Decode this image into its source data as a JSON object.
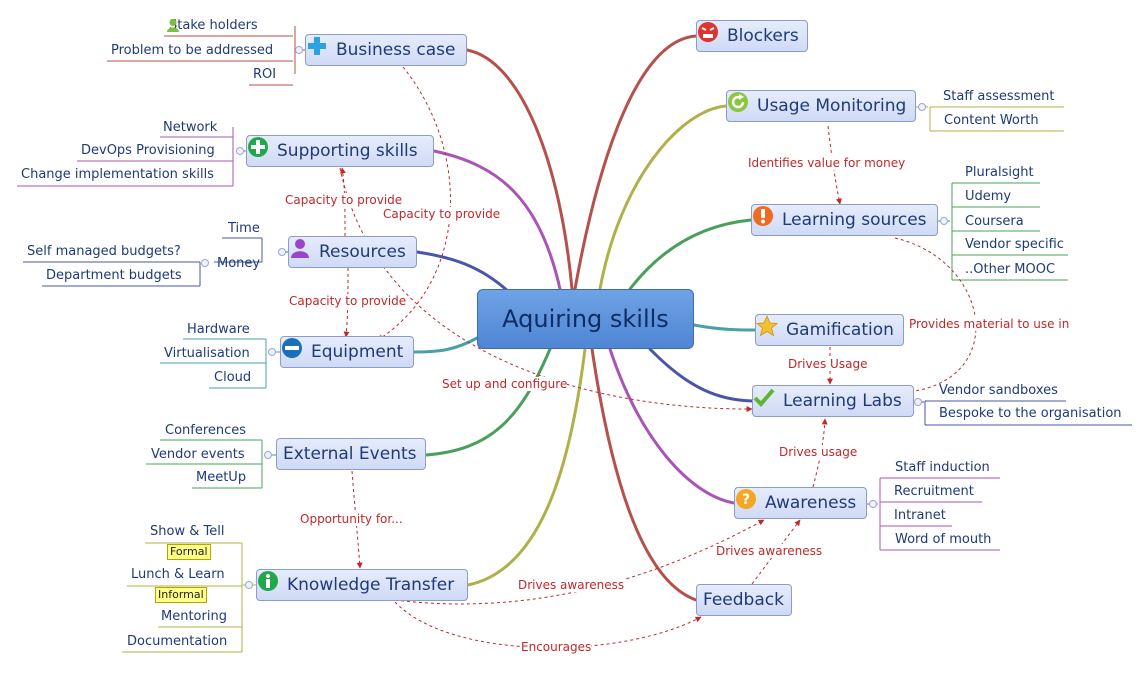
{
  "central": "Aquiring skills",
  "topics": {
    "business_case": "Business case",
    "supporting_skills": "Supporting skills",
    "resources": "Resources",
    "equipment": "Equipment",
    "external_events": "External Events",
    "knowledge_transfer": "Knowledge Transfer",
    "blockers": "Blockers",
    "usage_monitoring": "Usage Monitoring",
    "learning_sources": "Learning sources",
    "gamification": "Gamification",
    "learning_labs": "Learning Labs",
    "awareness": "Awareness",
    "feedback": "Feedback"
  },
  "subtopics": {
    "business_case": [
      "Stake holders",
      "Problem to be addressed",
      "ROI"
    ],
    "supporting_skills": [
      "Network",
      "DevOps Provisioning",
      "Change implementation skills"
    ],
    "resources": [
      "Time",
      "Money"
    ],
    "money": [
      "Self managed budgets?",
      "Department budgets"
    ],
    "equipment": [
      "Hardware",
      "Virtualisation",
      "Cloud"
    ],
    "external_events": [
      "Conferences",
      "Vendor events",
      "MeetUp"
    ],
    "knowledge_transfer": [
      "Show & Tell",
      "Lunch & Learn",
      "Mentoring",
      "Documentation"
    ],
    "usage_monitoring": [
      "Staff assessment",
      "Content Worth"
    ],
    "learning_sources": [
      "Pluralsight",
      "Udemy",
      "Coursera",
      "Vendor specific",
      "..Other MOOC"
    ],
    "learning_labs": [
      "Vendor sandboxes",
      "Bespoke to the organisation"
    ],
    "awareness": [
      "Staff induction",
      "Recruitment",
      "Intranet",
      "Word of mouth"
    ]
  },
  "labels": {
    "formal": "Formal",
    "informal": "Informal"
  },
  "relationships": {
    "capacity_1": "Capacity to provide",
    "capacity_2": "Capacity to provide",
    "capacity_3": "Capacity to provide",
    "setup": "Set up and configure",
    "opportunity": "Opportunity for...",
    "drives_awareness_kt": "Drives awareness",
    "encourages": "Encourages",
    "identifies_value": "Identifies value for money",
    "provides_material": "Provides material to use in",
    "drives_usage_gam": "Drives Usage",
    "drives_usage_aw": "Drives usage",
    "drives_awareness_fb": "Drives awareness"
  },
  "icons": {
    "business_case": "plus-icon",
    "supporting_skills": "green-plus-icon",
    "resources": "person-icon",
    "equipment": "minus-icon",
    "knowledge_transfer": "info-icon",
    "blockers": "angry-face-icon",
    "usage_monitoring": "refresh-icon",
    "learning_sources": "exclamation-icon",
    "gamification": "star-icon",
    "learning_labs": "check-icon",
    "awareness": "question-icon",
    "stake_holders": "person-icon"
  },
  "colors": {
    "central_fill": "#5b90dc",
    "topic_fill": "#d9e2f8",
    "relationship": "#c0282a",
    "business_case_branch": "#b5504a",
    "supporting_skills_branch": "#a855b5",
    "resources_branch": "#4a55a8",
    "equipment_branch": "#4aa0a8",
    "external_events_branch": "#4aa05a",
    "knowledge_transfer_branch": "#b0b04a",
    "blockers_branch": "#b5504a",
    "usage_monitoring_branch": "#b0b04a",
    "learning_sources_branch": "#4aa05a",
    "gamification_branch": "#4aa0a8",
    "learning_labs_branch": "#4a55a8",
    "awareness_branch": "#a855b5",
    "feedback_branch": "#b5504a"
  }
}
